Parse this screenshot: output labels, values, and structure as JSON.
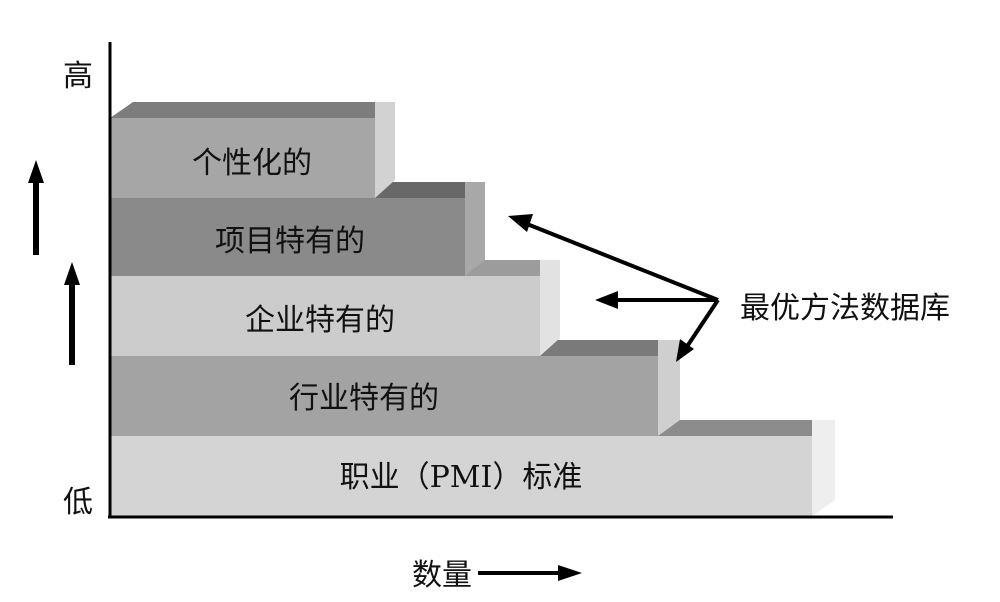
{
  "axis": {
    "y_high": "高",
    "y_low": "低",
    "y_label": "",
    "x_label": "数量"
  },
  "callout": {
    "text": "最优方法数据库"
  },
  "levels": [
    {
      "label": "个性化的"
    },
    {
      "label": "项目特有的"
    },
    {
      "label": "企业特有的"
    },
    {
      "label": "行业特有的"
    },
    {
      "label": "职业（PMI）标准"
    }
  ],
  "colors": {
    "level1_face": "#a6a6a6",
    "level2_face": "#8a8a8a",
    "level3_face": "#cccccc",
    "level4_face": "#a3a3a3",
    "level5_face": "#d4d4d4",
    "top_dark": "#7d7d7d",
    "axis": "#000000"
  }
}
